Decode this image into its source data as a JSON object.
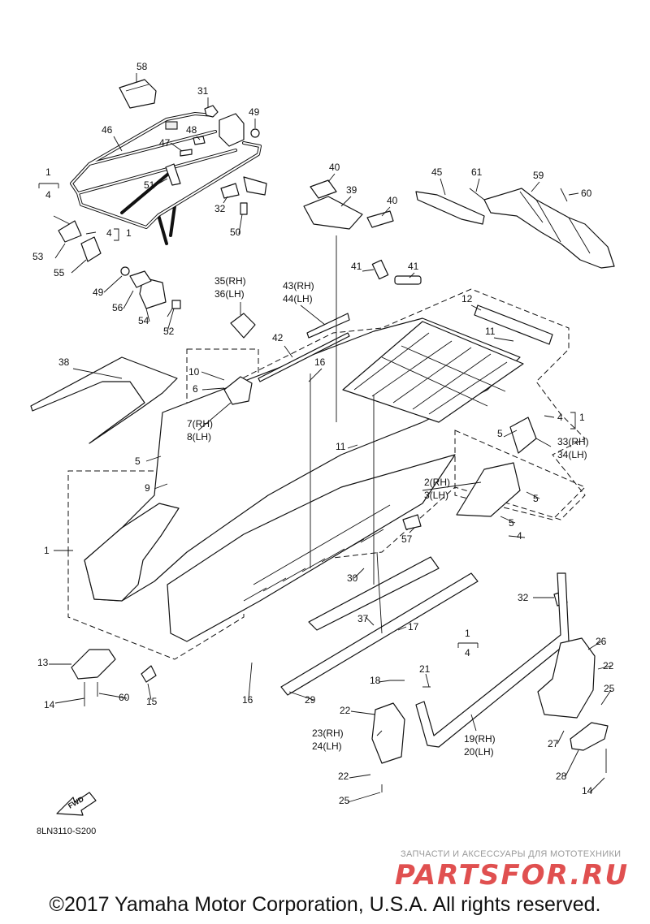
{
  "diagram_code": "8LN3110-S200",
  "copyright": "©2017 Yamaha Motor Corporation, U.S.A. All rights reserved.",
  "watermark": {
    "tagline": "ЗАПЧАСТИ И АКСЕССУАРЫ ДЛЯ МОТОТЕХНИКИ",
    "brand": "PARTSFOR.RU"
  },
  "fwd_arrow": "FWD",
  "callouts": {
    "c58": "58",
    "c31": "31",
    "c49a": "49",
    "c46": "46",
    "c48": "48",
    "c47": "47",
    "c51": "51",
    "c32a": "32",
    "c50": "50",
    "g1a_1": "1",
    "g1a_4": "4",
    "c4a": "4",
    "c1a": "1",
    "c53": "53",
    "c55": "55",
    "c49b": "49",
    "c56": "56",
    "c54": "54",
    "c52": "52",
    "c40a": "40",
    "c39": "39",
    "c40b": "40",
    "c45": "45",
    "c61": "61",
    "c59": "59",
    "c60a": "60",
    "c41a": "41",
    "c41b": "41",
    "c35": "35(RH)",
    "c36": "36(LH)",
    "c43": "43(RH)",
    "c44": "44(LH)",
    "c12": "12",
    "c11a": "11",
    "c42": "42",
    "c16a": "16",
    "c38": "38",
    "c10": "10",
    "c6": "6",
    "c7": "7(RH)",
    "c8": "8(LH)",
    "c11b": "11",
    "c4b": "4",
    "c1b": "1",
    "c5a": "5",
    "c33": "33(RH)",
    "c34": "34(LH)",
    "c5b": "5",
    "c9": "9",
    "c2": "2(RH)",
    "c3": "3(LH)",
    "c5c": "5",
    "c5d": "5",
    "c4c": "4",
    "c1c": "1",
    "c57": "57",
    "c30": "30",
    "c32b": "32",
    "c37": "37",
    "c17": "17",
    "c26": "26",
    "c22a": "22",
    "c13": "13",
    "c1d": "1",
    "c4d": "4",
    "c21": "21",
    "c18": "18",
    "c25a": "25",
    "c14a": "14",
    "c60b": "60",
    "c15": "15",
    "c16b": "16",
    "c29": "29",
    "c22b": "22",
    "c23": "23(RH)",
    "c24": "24(LH)",
    "c19": "19(RH)",
    "c20": "20(LH)",
    "c27": "27",
    "c28": "28",
    "c22c": "22",
    "c25b": "25",
    "c14b": "14"
  }
}
